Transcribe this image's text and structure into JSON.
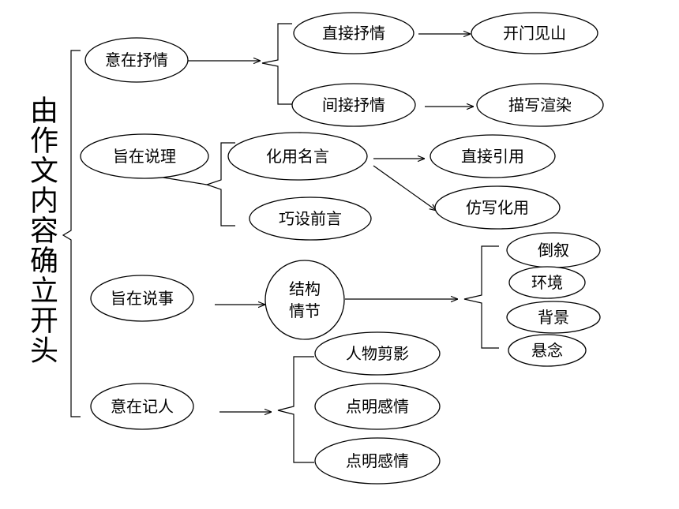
{
  "root": {
    "label": "由作文内容确立开头",
    "chars": [
      "由",
      "作",
      "文",
      "内",
      "容",
      "确",
      "立",
      "开",
      "头"
    ]
  },
  "branches": [
    {
      "label": "意在抒情",
      "children": [
        {
          "label": "直接抒情",
          "leads_to": [
            "开门见山"
          ]
        },
        {
          "label": "间接抒情",
          "leads_to": [
            "描写渲染"
          ]
        }
      ]
    },
    {
      "label": "旨在说理",
      "children": [
        {
          "label": "化用名言",
          "leads_to": [
            "直接引用",
            "仿写化用"
          ]
        },
        {
          "label": "巧设前言",
          "leads_to": []
        }
      ]
    },
    {
      "label": "旨在说事",
      "children": [
        {
          "label": "结构\n情节",
          "lines": [
            "结构",
            "情节"
          ],
          "leads_to": [
            "倒叙",
            "环境",
            "背景",
            "悬念"
          ]
        }
      ]
    },
    {
      "label": "意在记人",
      "children": [
        {
          "label": "人物剪影",
          "leads_to": []
        },
        {
          "label": "点明感情",
          "leads_to": []
        },
        {
          "label": "点明感情",
          "leads_to": []
        }
      ]
    }
  ]
}
